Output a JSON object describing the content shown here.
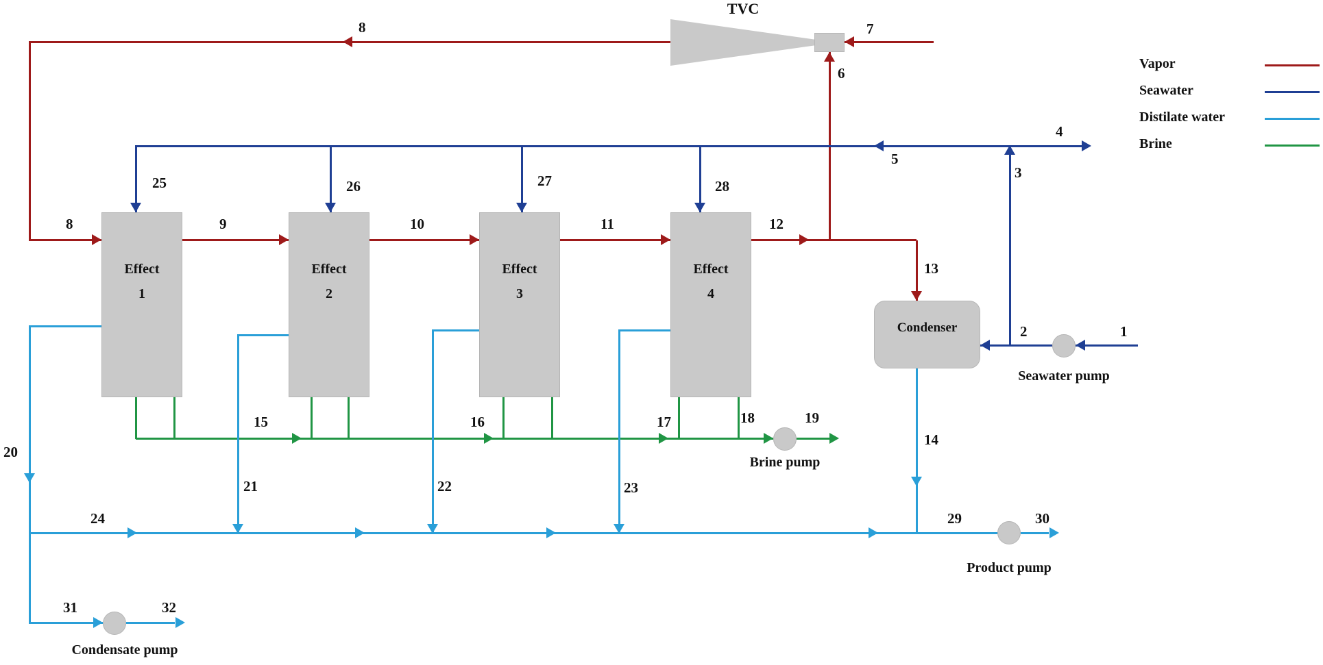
{
  "colors": {
    "vapor": "#9e1a1a",
    "seawater": "#1f3f94",
    "distillate": "#2a9fd8",
    "brine": "#209544",
    "equipment_fill": "#c9c9c9",
    "equipment_border": "#b5b5b5",
    "text": "#111111"
  },
  "legend": {
    "items": [
      {
        "label": "Vapor",
        "color": "#9e1a1a"
      },
      {
        "label": "Seawater",
        "color": "#1f3f94"
      },
      {
        "label": "Distilate water",
        "color": "#2a9fd8"
      },
      {
        "label": "Brine",
        "color": "#209544"
      }
    ]
  },
  "components": {
    "tvc": "TVC",
    "condenser": "Condenser",
    "effects": [
      {
        "title": "Effect",
        "number": "1"
      },
      {
        "title": "Effect",
        "number": "2"
      },
      {
        "title": "Effect",
        "number": "3"
      },
      {
        "title": "Effect",
        "number": "4"
      }
    ],
    "pumps": {
      "seawater": "Seawater pump",
      "brine": "Brine pump",
      "product": "Product pump",
      "condensate": "Condensate pump"
    }
  },
  "streams": {
    "1": "1",
    "2": "2",
    "3": "3",
    "4": "4",
    "5": "5",
    "6": "6",
    "7": "7",
    "8": "8",
    "9": "9",
    "10": "10",
    "11": "11",
    "12": "12",
    "13": "13",
    "14": "14",
    "15": "15",
    "16": "16",
    "17": "17",
    "18": "18",
    "19": "19",
    "20": "20",
    "21": "21",
    "22": "22",
    "23": "23",
    "24": "24",
    "25": "25",
    "26": "26",
    "27": "27",
    "28": "28",
    "29": "29",
    "30": "30",
    "31": "31",
    "32": "32"
  }
}
